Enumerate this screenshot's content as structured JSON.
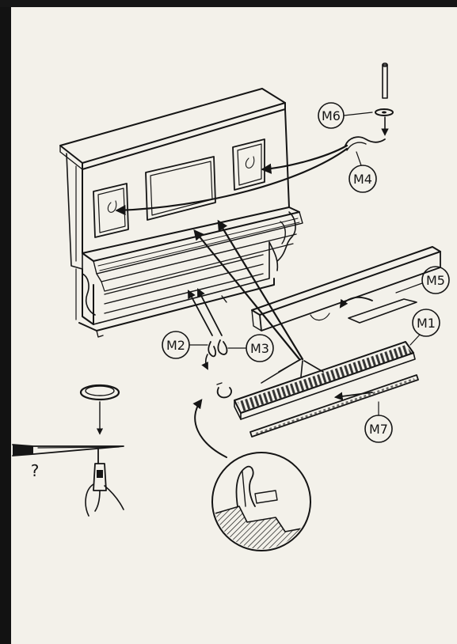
{
  "labels": {
    "m1": "M1",
    "m2": "M2",
    "m3": "M3",
    "m4": "M4",
    "m5": "M5",
    "m6": "M6",
    "m7": "M7"
  },
  "question_mark": "?"
}
